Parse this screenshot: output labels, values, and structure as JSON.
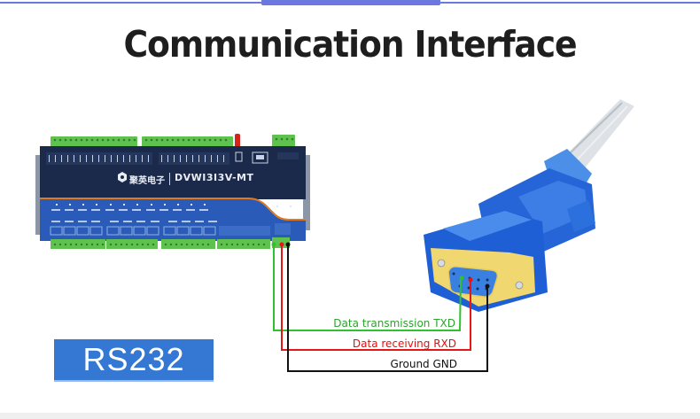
{
  "header": {
    "title": "Communication Interface"
  },
  "badge": {
    "label": "RS232"
  },
  "device": {
    "model_label": "DVWI3I3V-MT",
    "brand_label": "聚英电子"
  },
  "wiring": {
    "connections": [
      {
        "name": "txd",
        "label": "Data transmission TXD",
        "color": "#2ec22e"
      },
      {
        "name": "rxd",
        "label": "Data receiving RXD",
        "color": "#e81515"
      },
      {
        "name": "gnd",
        "label": "Ground GND",
        "color": "#111111"
      }
    ]
  },
  "colors": {
    "accent": "#6a78e0",
    "badge": "#3478d3",
    "device_body": "#1b2a4a",
    "device_panel": "#2a5bb8",
    "terminal_green": "#63c552",
    "orange_stripe": "#e07a1e",
    "db9_blue": "#1f5fd6",
    "db9_shell": "#f0d770"
  }
}
